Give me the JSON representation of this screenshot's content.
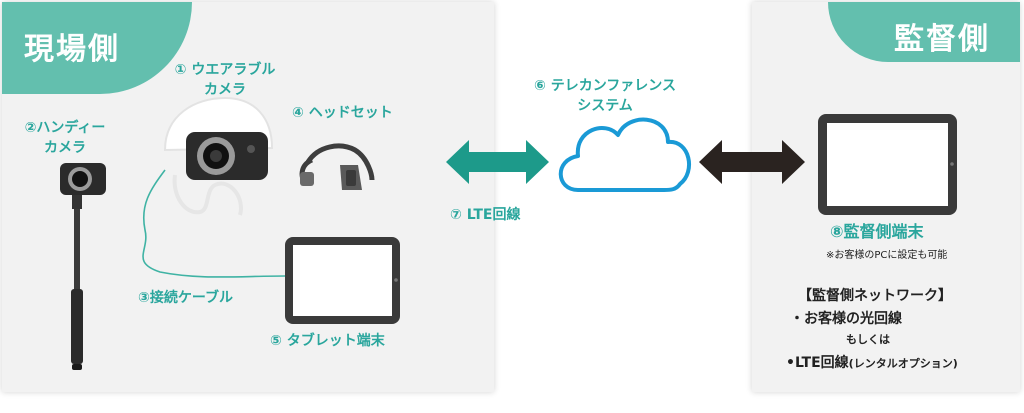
{
  "site": {
    "title": "現場側",
    "items": {
      "wearable_camera": [
        "① ウエアラブル",
        "カメラ"
      ],
      "handy_camera": [
        "②ハンディー",
        "カメラ"
      ],
      "cable": "③接続ケーブル",
      "headset": "④ ヘッドセット",
      "tablet": "⑤ タブレット端末"
    }
  },
  "center": {
    "conference_system": [
      "⑥ テレカンファレンス",
      "システム"
    ],
    "lte_line": "⑦ LTE回線"
  },
  "supervisor": {
    "title": "監督側",
    "terminal": "⑧監督側端末",
    "terminal_note": "※お客様のPCに設定も可能",
    "network_heading": "【監督側ネットワーク】",
    "network_option_1": "・お客様の光回線",
    "network_option_or": "もしくは",
    "network_option_2": "•LTE回線",
    "network_option_2_note": "(レンタルオプション)"
  },
  "colors": {
    "accent": "#63bfae",
    "label_teal": "#2aa69d",
    "cloud_blue": "#1a9ad6",
    "arrow_teal": "#1d9a8a",
    "arrow_dark": "#2a2320"
  }
}
